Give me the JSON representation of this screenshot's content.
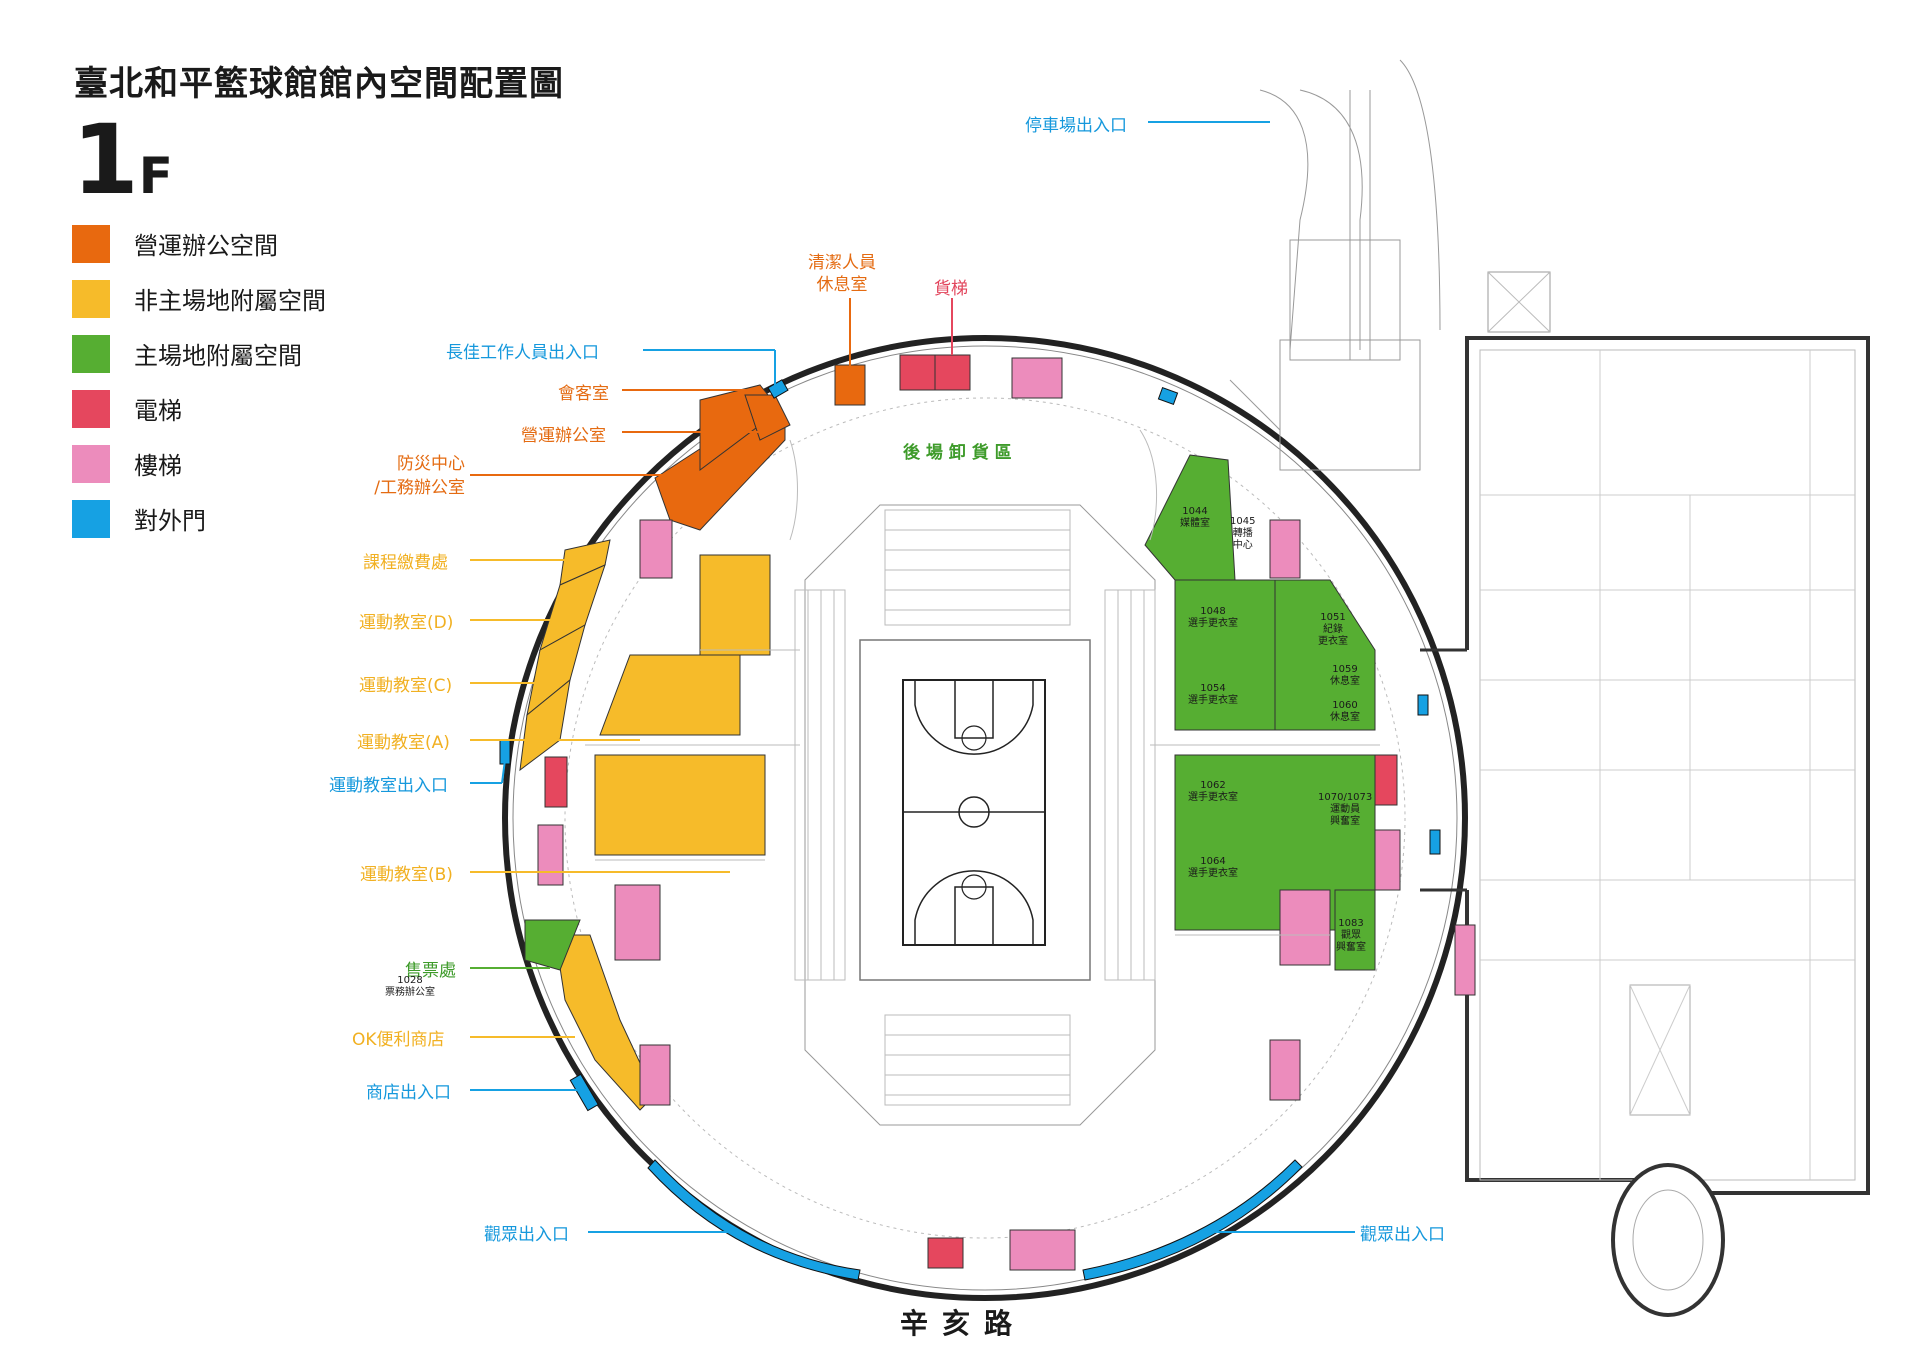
{
  "title": "臺北和平籃球館館內空間配置圖",
  "floor": {
    "number": "1",
    "suffix": "F"
  },
  "colors": {
    "office": "#e8690f",
    "ancillary": "#f6bb2a",
    "arena_ancillary": "#56ae32",
    "elevator": "#e5475e",
    "stairs": "#ec8cbc",
    "exterior_door": "#16a1e3",
    "line": "#555555"
  },
  "legend": [
    {
      "label": "營運辦公空間",
      "color": "#e8690f",
      "icon": "office-swatch"
    },
    {
      "label": "非主場地附屬空間",
      "color": "#f6bb2a",
      "icon": "ancillary-swatch"
    },
    {
      "label": "主場地附屬空間",
      "color": "#56ae32",
      "icon": "arena-ancillary-swatch"
    },
    {
      "label": "電梯",
      "color": "#e5475e",
      "icon": "elevator-swatch"
    },
    {
      "label": "樓梯",
      "color": "#ec8cbc",
      "icon": "stairs-swatch"
    },
    {
      "label": "對外門",
      "color": "#16a1e3",
      "icon": "door-swatch"
    }
  ],
  "labels": {
    "parking_exit": "停車場出入口",
    "cleaning_rest": "清潔人員\n休息室",
    "freight_elevator": "貨梯",
    "staff_entrance": "長佳工作人員出入口",
    "reception": "會客室",
    "ops_office": "營運辦公室",
    "disaster_center": "防災中心\n/工務辦公室",
    "loading_area": "後 場 卸 貨 區",
    "course_fee": "課程繳費處",
    "room_d": "運動教室(D)",
    "room_c": "運動教室(C)",
    "room_a": "運動教室(A)",
    "classroom_exit": "運動教室出入口",
    "room_b": "運動教室(B)",
    "ticket_office": "售票處",
    "ticket_room": "1028\n票務辦公室",
    "ok_store": "OK便利商店",
    "store_exit": "商店出入口",
    "audience_exit_left": "觀眾出入口",
    "audience_exit_right": "觀眾出入口",
    "road": "辛亥路"
  },
  "rooms": {
    "r1044": "1044\n媒體室",
    "r1045": "1045\n轉播\n中心",
    "r1048": "1048\n選手更衣室",
    "r1051": "1051\n紀錄\n更衣室",
    "r1054": "1054\n選手更衣室",
    "r1059": "1059\n休息室",
    "r1060": "1060\n休息室",
    "r1062": "1062\n選手更衣室",
    "r1070": "1070/1073\n運動員\n興奮室",
    "r1064": "1064\n選手更衣室",
    "r1083": "1083\n觀眾\n興奮室"
  }
}
